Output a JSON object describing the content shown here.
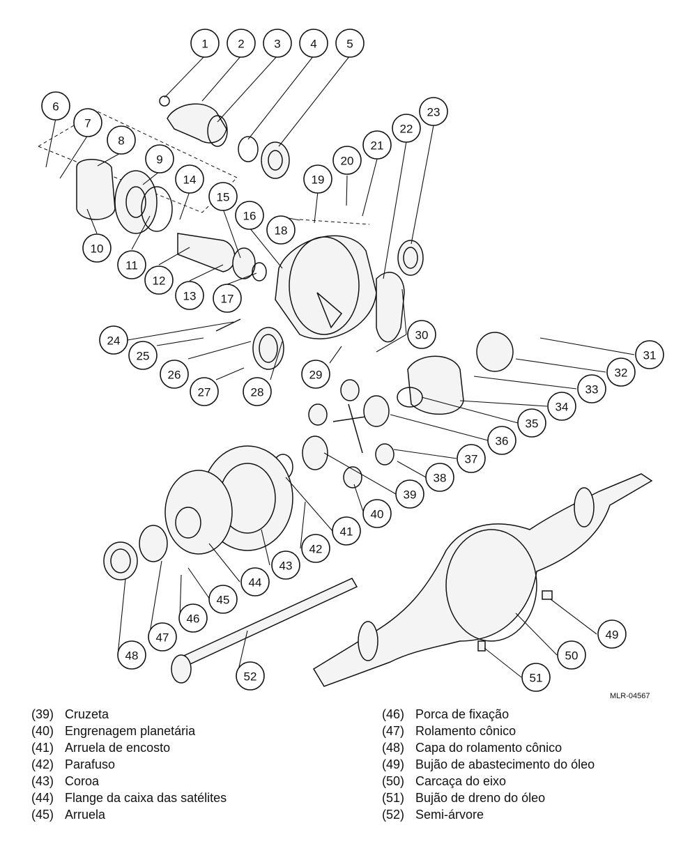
{
  "figure_code": "MLR-04567",
  "callouts": [
    "1",
    "2",
    "3",
    "4",
    "5",
    "6",
    "7",
    "8",
    "9",
    "10",
    "11",
    "12",
    "13",
    "14",
    "15",
    "16",
    "17",
    "18",
    "19",
    "20",
    "21",
    "22",
    "23",
    "24",
    "25",
    "26",
    "27",
    "28",
    "29",
    "30",
    "31",
    "32",
    "33",
    "34",
    "35",
    "36",
    "37",
    "38",
    "39",
    "40",
    "41",
    "42",
    "43",
    "44",
    "45",
    "46",
    "47",
    "48",
    "49",
    "50",
    "51",
    "52"
  ],
  "legend": {
    "left": [
      {
        "num": "(39)",
        "label": "Cruzeta"
      },
      {
        "num": "(40)",
        "label": "Engrenagem planetária"
      },
      {
        "num": "(41)",
        "label": "Arruela de encosto"
      },
      {
        "num": "(42)",
        "label": "Parafuso"
      },
      {
        "num": "(43)",
        "label": "Coroa"
      },
      {
        "num": "(44)",
        "label": "Flange da caixa das satélites"
      },
      {
        "num": "(45)",
        "label": "Arruela"
      }
    ],
    "right": [
      {
        "num": "(46)",
        "label": "Porca de fixação"
      },
      {
        "num": "(47)",
        "label": "Rolamento cônico"
      },
      {
        "num": "(48)",
        "label": "Capa do rolamento cônico"
      },
      {
        "num": "(49)",
        "label": "Bujão de abastecimento do óleo"
      },
      {
        "num": "(50)",
        "label": "Carcaça do eixo"
      },
      {
        "num": "(51)",
        "label": "Bujão de dreno do óleo"
      },
      {
        "num": "(52)",
        "label": "Semi-árvore"
      }
    ]
  }
}
